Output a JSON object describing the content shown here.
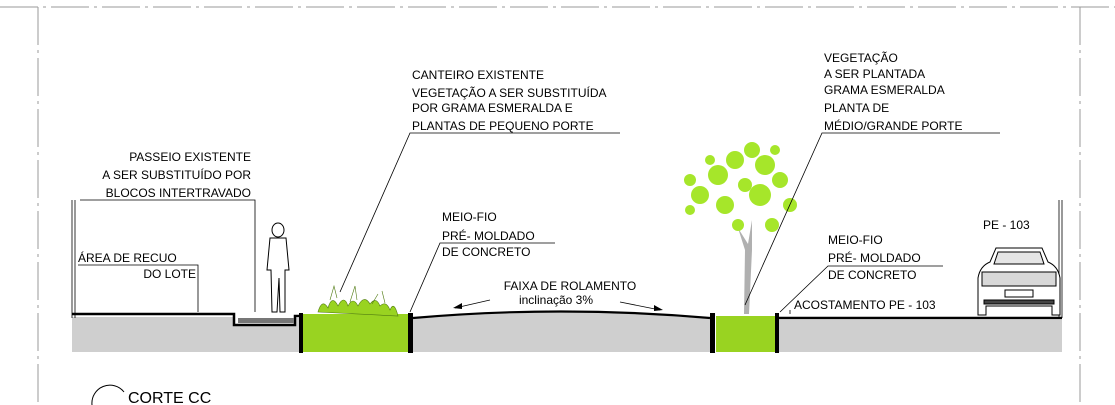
{
  "drawing": {
    "title": "CORTE CC",
    "labels": {
      "passeio": [
        "PASSEIO EXISTENTE",
        "A SER SUBSTITUÍDO POR",
        "BLOCOS INTERTRAVADO"
      ],
      "recuo": [
        "ÁREA DE RECUO",
        "DO LOTE"
      ],
      "canteiro": [
        "CANTEIRO EXISTENTE",
        "VEGETAÇÃO A SER SUBSTITUÍDA",
        "POR GRAMA ESMERALDA E",
        "PLANTAS DE PEQUENO PORTE"
      ],
      "meio_fio_1": [
        "MEIO-FIO",
        "PRÉ- MOLDADO",
        "DE CONCRETO"
      ],
      "faixa": "FAIXA DE ROLAMENTO",
      "inclinacao": "inclinação 3%",
      "vegetacao": [
        "VEGETAÇÃO",
        "A SER PLANTADA",
        "GRAMA ESMERALDA",
        "PLANTA DE",
        "MÉDIO/GRANDE PORTE"
      ],
      "meio_fio_2": [
        "MEIO-FIO",
        "PRÉ- MOLDADO",
        "DE CONCRETO"
      ],
      "acostamento": "ACOSTAMENTO PE - 103",
      "pe": "PE - 103"
    },
    "colors": {
      "grass": "#99d321",
      "ground": "#cfcfcf",
      "tree": "#a6e62a",
      "frame": "#9a9a9a"
    },
    "icons": [
      "person-silhouette-icon",
      "tree-icon",
      "car-icon",
      "shrubs-icon",
      "section-marker-icon"
    ]
  }
}
